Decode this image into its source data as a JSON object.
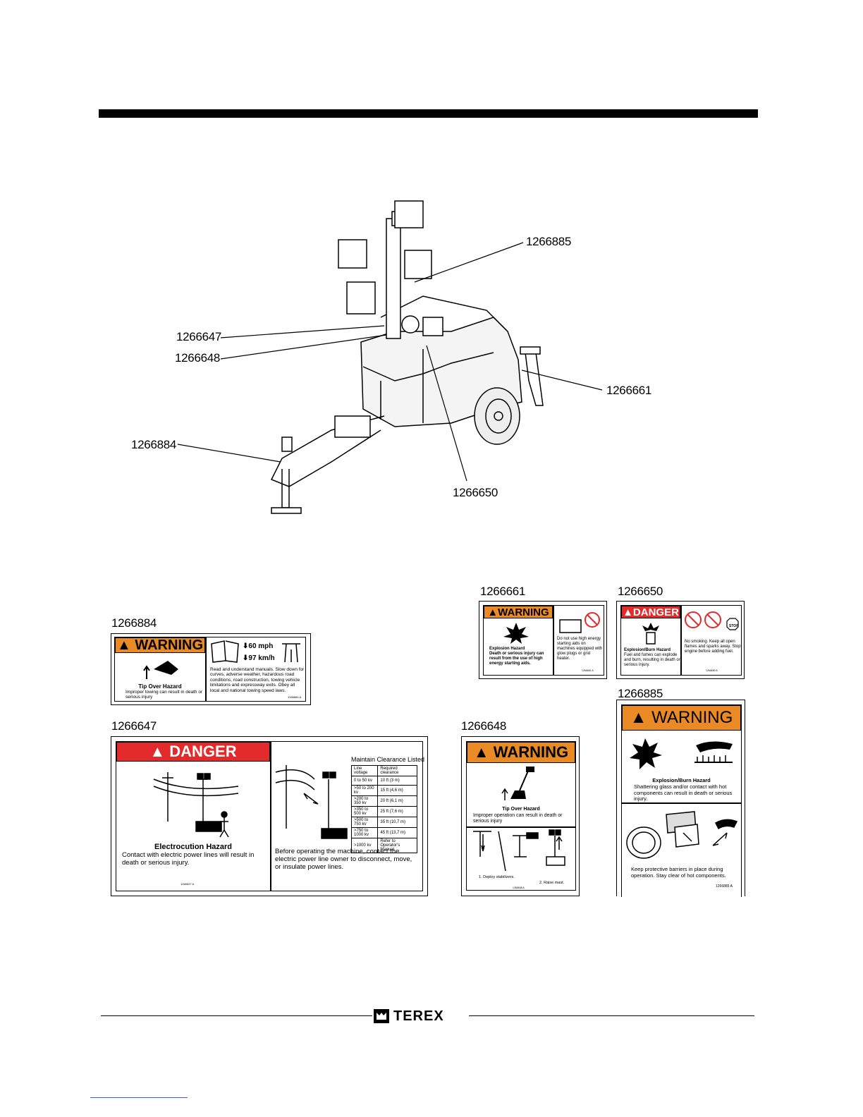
{
  "callouts": {
    "c1266885": "1266885",
    "c1266647": "1266647",
    "c1266648": "1266648",
    "c1266661": "1266661",
    "c1266884": "1266884",
    "c1266650": "1266650"
  },
  "decals": {
    "d1266884": {
      "id": "1266884",
      "header": "WARNING",
      "speed_mph": "60 mph",
      "speed_kmh": "97 km/h",
      "hazard_title": "Tip Over Hazard",
      "hazard_text": "Improper towing can result in death or serious injury",
      "instructions": "Read and understand manuals. Slow down for curves, adverse weather, hazardous road conditions, road construction, towing vehicle limitations and expressway exits. Obey all local and national towing speed laws.",
      "part_no": "1266884 A"
    },
    "d1266647": {
      "id": "1266647",
      "header": "DANGER",
      "hazard_title": "Electrocution Hazard",
      "hazard_text": "Contact with electric power lines will result in death or serious injury.",
      "part_no": "1266647 A",
      "table_title": "Maintain Clearance Listed",
      "table_headers": [
        "Line voltage",
        "Required clearance"
      ],
      "table_rows": [
        [
          "0 to 50 kv",
          "10 ft (3 m)"
        ],
        [
          ">50 to 200 kv",
          "15 ft (4,6 m)"
        ],
        [
          ">200 to 350 kv",
          "20 ft (6,1 m)"
        ],
        [
          ">350 to 500 kv",
          "25 ft (7,6 m)"
        ],
        [
          ">500 to 750 kv",
          "35 ft (10,7 m)"
        ],
        [
          ">750 to 1000 kv",
          "45 ft (13,7 m)"
        ],
        [
          ">1000 kv",
          "Refer to Operator's Manual"
        ]
      ],
      "instructions": "Before operating the machine, contact the electric power line owner to disconnect, move, or insulate power lines."
    },
    "d1266661": {
      "id": "1266661",
      "header": "WARNING",
      "hazard_title": "Explosion Hazard",
      "hazard_text": "Death or serious injury can result from the use of high energy starting aids.",
      "instructions": "Do not use high energy starting aids on machines equipped with glow plugs or grid heater.",
      "part_no": "1266661 A"
    },
    "d1266650": {
      "id": "1266650",
      "header": "DANGER",
      "hazard_title": "Explosion/Burn Hazard",
      "hazard_text": "Fuel and fumes can explode and burn, resulting in death or serious injury.",
      "instructions": "No smoking. Keep all open flames and sparks away. Stop engine before adding fuel.",
      "stop_label": "STOP",
      "part_no": "1266650 A"
    },
    "d1266648": {
      "id": "1266648",
      "header": "WARNING",
      "hazard_title": "Tip Over Hazard",
      "hazard_text": "Improper operation can result in death or serious injury",
      "step1": "1. Deploy stabilizers.",
      "step2": "2. Raise mast.",
      "part_no": "1266648 A"
    },
    "d1266885": {
      "id": "1266885",
      "header": "WARNING",
      "hazard_title": "Explosion/Burn Hazard",
      "hazard_text": "Shattering glass and/or contact with hot components can result in death or serious injury.",
      "instructions": "Keep protective barriers in place during operation. Stay clear of hot components.",
      "part_no": "1266885 A"
    }
  },
  "footer": {
    "brand": "TEREX"
  },
  "colors": {
    "warning": "#e98a24",
    "danger": "#e32b2b"
  }
}
